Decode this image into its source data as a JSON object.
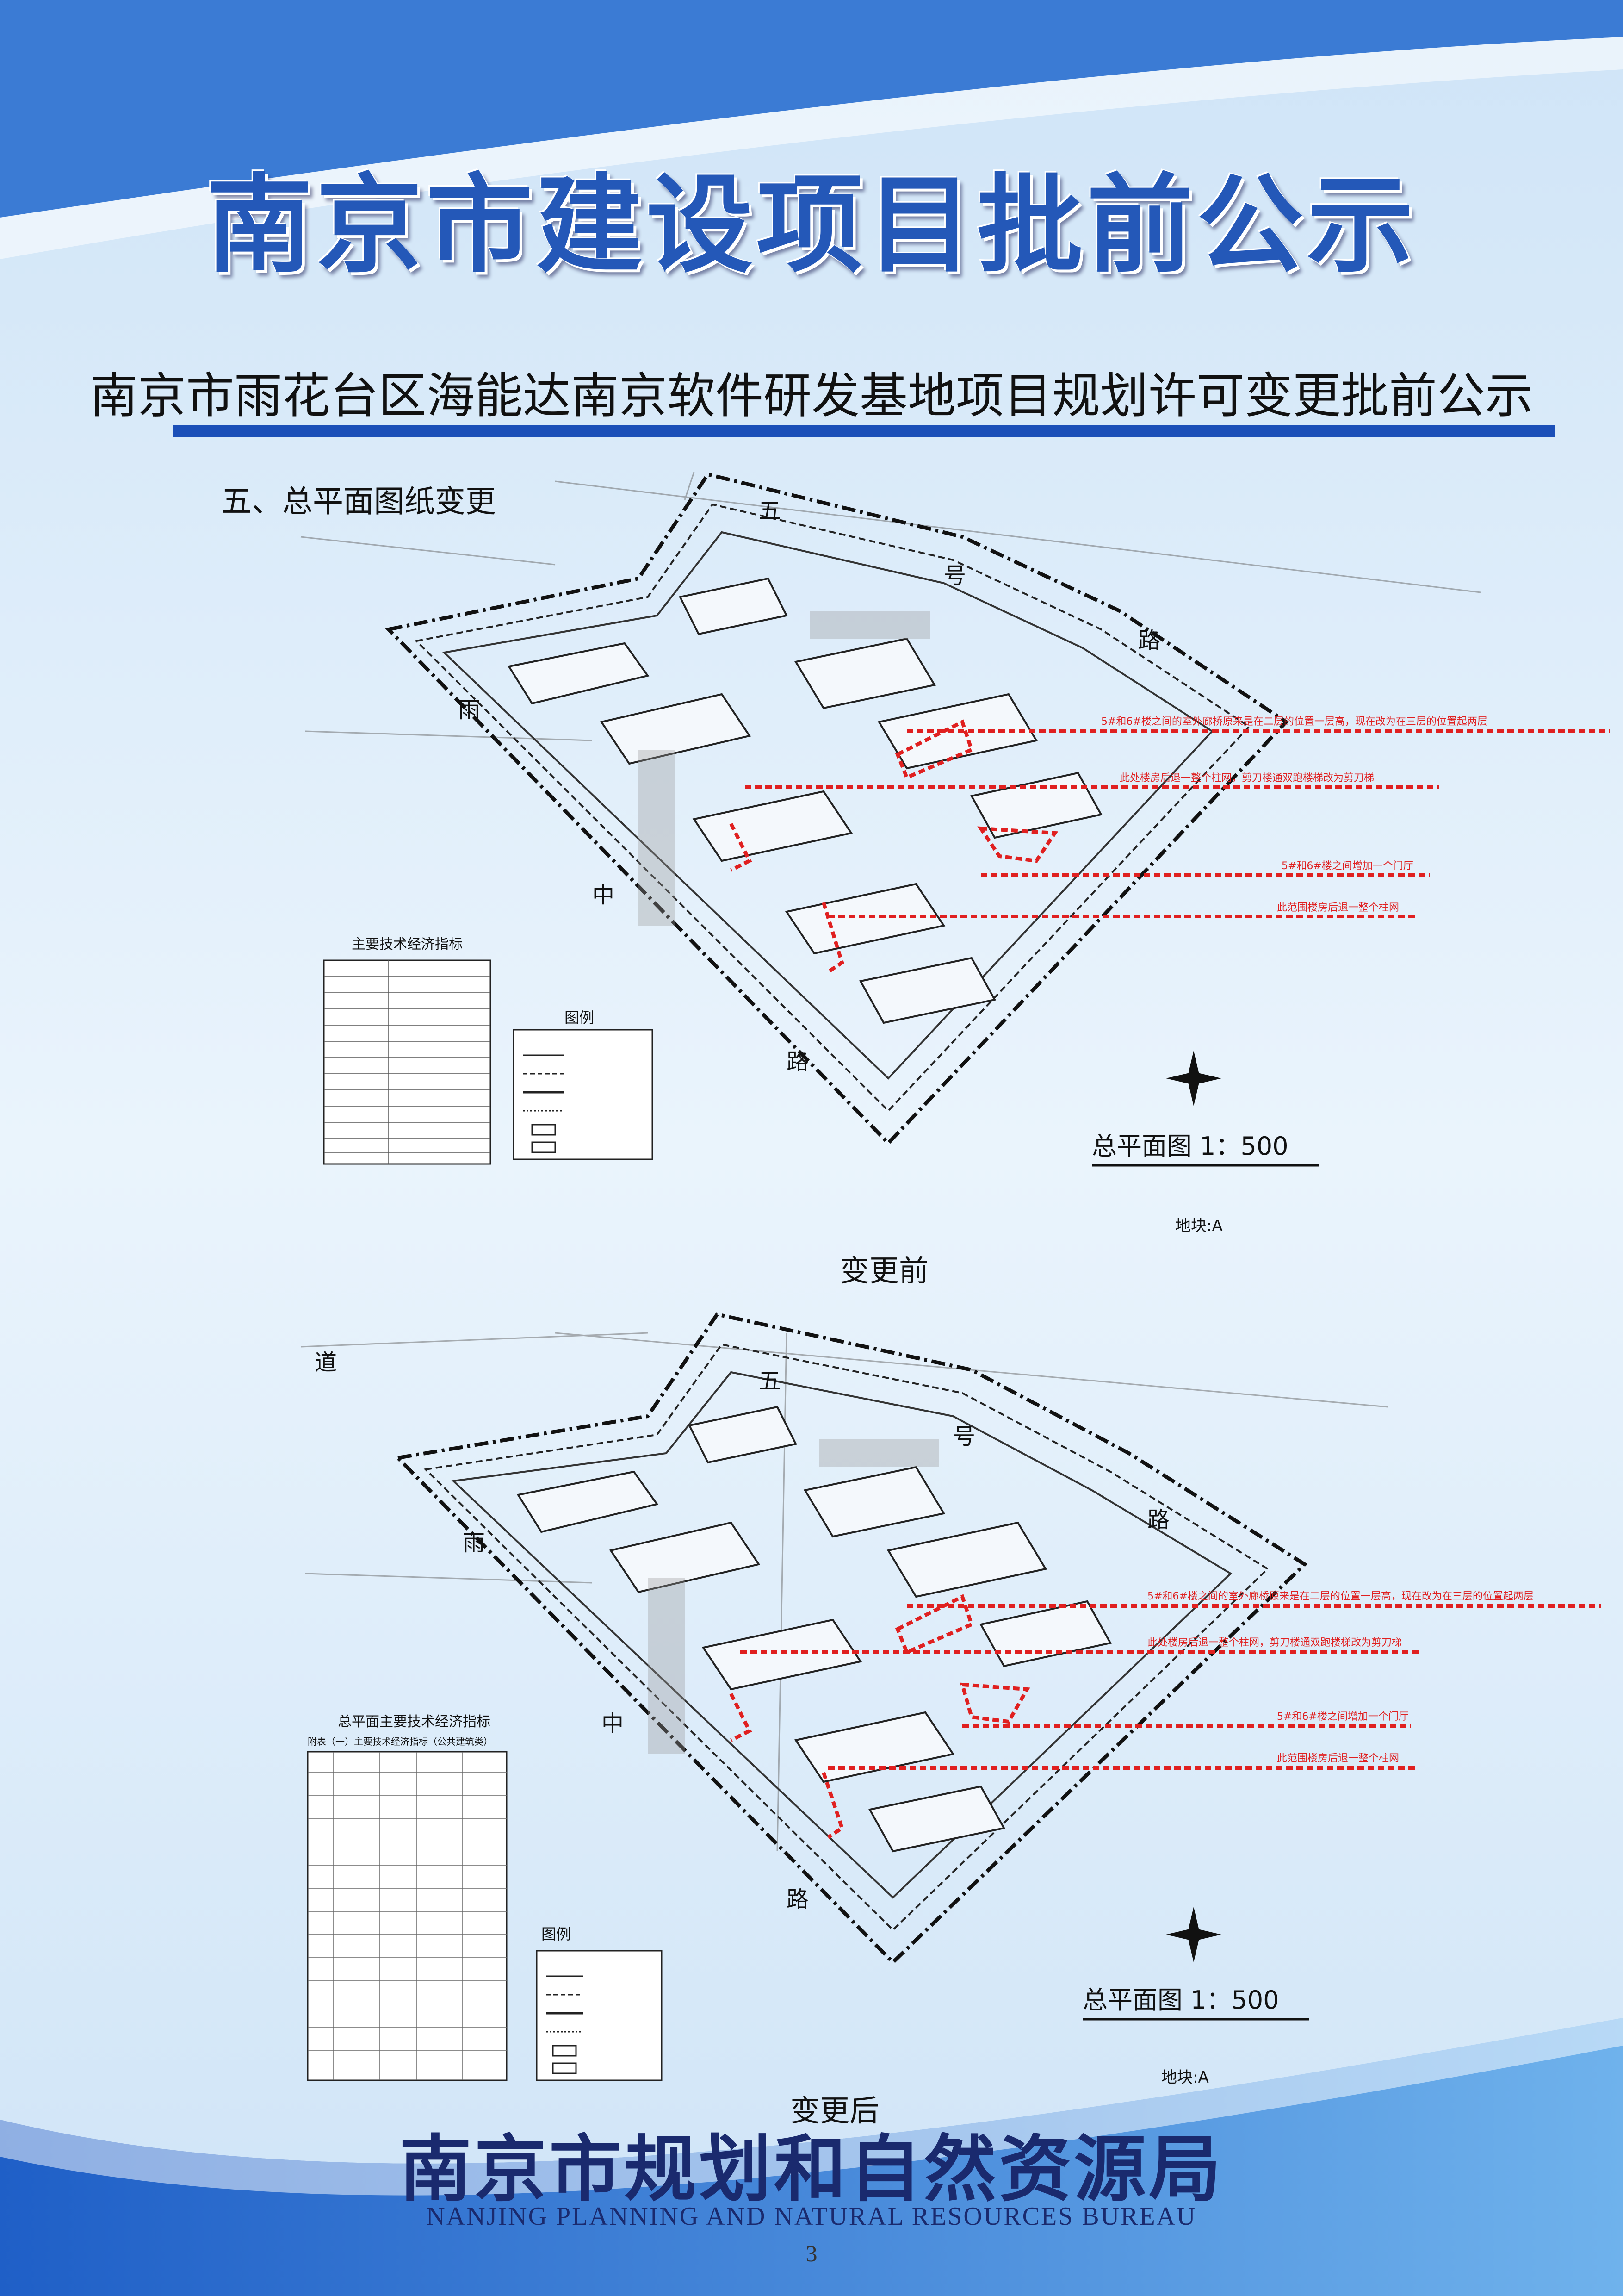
{
  "header": {
    "main_title": "南京市建设项目批前公示",
    "subtitle": "南京市雨花台区海能达南京软件研发基地项目规划许可变更批前公示"
  },
  "section": {
    "heading": "五、总平面图纸变更"
  },
  "colors": {
    "title_blue": "#2458b8",
    "bar_blue": "#1b4fb8",
    "annotation_red": "#e02020",
    "footer_navy": "#1a2a6e"
  },
  "plans": [
    {
      "caption": "变更前",
      "plan_title": "总平面图  1：500",
      "block": "地块:A",
      "stats_title": "主要技术经济指标",
      "legend_title": "图例",
      "road_labels": [
        "五",
        "号",
        "路",
        "雨",
        "中",
        "路"
      ],
      "annotations": [
        "5#和6#楼之间的室外廊桥原来是在二层的位置一层高，现在改为在三层的位置起两层",
        "此处楼房后退一整个柱网，剪刀楼通双跑楼梯改为剪刀梯",
        "5#和6#楼之间增加一个门厅",
        "此范围楼房后退一整个柱网"
      ]
    },
    {
      "caption": "变更后",
      "plan_title": "总平面图  1：500",
      "block": "地块:A",
      "stats_title": "总平面主要技术经济指标",
      "stats_subtitle": "附表（一）主要技术经济指标（公共建筑类）",
      "legend_title": "图例",
      "road_labels": [
        "五",
        "号",
        "路",
        "道",
        "雨",
        "中",
        "路"
      ],
      "annotations": [
        "5#和6#楼之间的室外廊桥原来是在二层的位置一层高，现在改为在三层的位置起两层",
        "此处楼房后退一整个柱网，剪刀楼通双跑楼梯改为剪刀梯",
        "5#和6#楼之间增加一个门厅",
        "此范围楼房后退一整个柱网"
      ]
    }
  ],
  "footer": {
    "org_cn": "南京市规划和自然资源局",
    "org_en": "NANJING PLANNING AND NATURAL RESOURCES BUREAU",
    "page_number": "3"
  }
}
